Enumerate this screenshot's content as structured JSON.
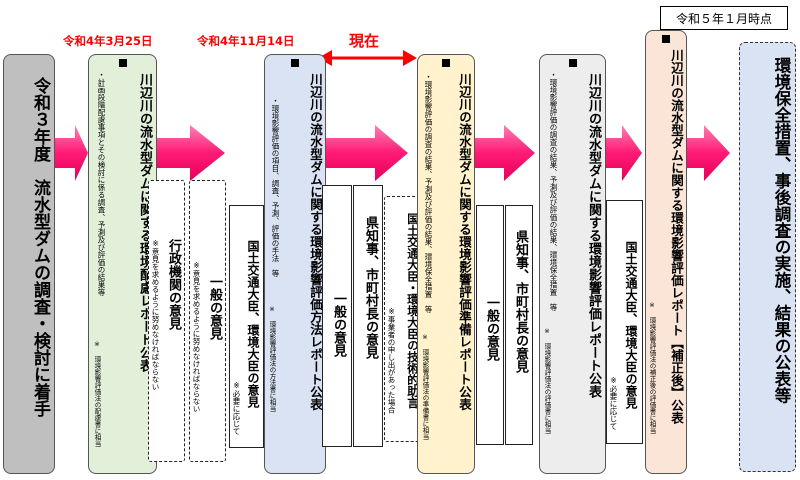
{
  "header": {
    "as_of": "令和５年１月時点",
    "date1": "令和4年3月25日",
    "date2": "令和4年11月14日",
    "now": "現在"
  },
  "steps": {
    "start": "令和３年度　流水型ダムの調査・検討に着手",
    "hairyo": {
      "title": "川辺川の流水型ダムに関する環境配慮レポート公表",
      "note": "・計画段階配慮事項とその検討に係る調査、予測及び評価の結果等",
      "foot": "※ 環境影響評価法の配慮書に相当"
    },
    "houhou": {
      "title": "川辺川の流水型ダムに関する環境影響評価方法レポート公表",
      "note": "・環境影響評価の項目、調査、予測、評価の手法　等",
      "foot": "※ 環境影響評価法の方法書に相当"
    },
    "junbi": {
      "title": "川辺川の流水型ダムに関する環境影響評価準備レポート公表",
      "note": "・環境影響評価の調査の結果、予測及び評価の結果、環境保全措置　等",
      "foot": "※ 環境影響評価法の準備書に相当"
    },
    "report": {
      "title": "川辺川の流水型ダムに関する環境影響評価レポート公表",
      "note": "・環境影響評価の調査の結果、予測及び評価の結果、環境保全措置　等",
      "foot": "※ 環境影響評価法の評価書に相当"
    },
    "hosei": {
      "title": "川辺川の流水型ダムに関する環境影響評価レポート【補正後】公表",
      "foot": "※ 環境影響評価法の補正後の評価書に相当"
    },
    "final": "環境保全措置、事後調査の実施、結果の公表等"
  },
  "opinions": {
    "gyosei": {
      "label": "行政機関の意見",
      "note": "※意見を求めるように努めなければならない"
    },
    "ippan1": {
      "label": "一般の意見",
      "note": "※意見を求めるように努めなければならない"
    },
    "daijin1": {
      "label": "国土交通大臣、環境大臣の意見",
      "note": "※必要に応じて"
    },
    "ippan2": {
      "label": "一般の意見"
    },
    "chiji1": {
      "label": "県知事、市町村長の意見"
    },
    "josgen": {
      "label": "国土交通大臣・環境大臣の技術的助言",
      "note": "※事業者の申し出があった場合"
    },
    "ippan3": {
      "label": "一般の意見"
    },
    "chiji2": {
      "label": "県知事、市町村長の意見"
    },
    "daijin2": {
      "label": "国土交通大臣、環境大臣の意見",
      "note": "※必要に応じて"
    }
  },
  "colors": {
    "arrow": "#ff1a75",
    "now_arrow": "#ff0000",
    "date": "#ff0000",
    "start_bg": "#bfbfbf",
    "hairyo_bg": "#e2efd9",
    "houhou_bg": "#dae3f3",
    "junbi_bg": "#fff2cc",
    "report_bg": "#ededed",
    "hosei_bg": "#fbe5d6",
    "final_bg": "#dae3f3"
  }
}
